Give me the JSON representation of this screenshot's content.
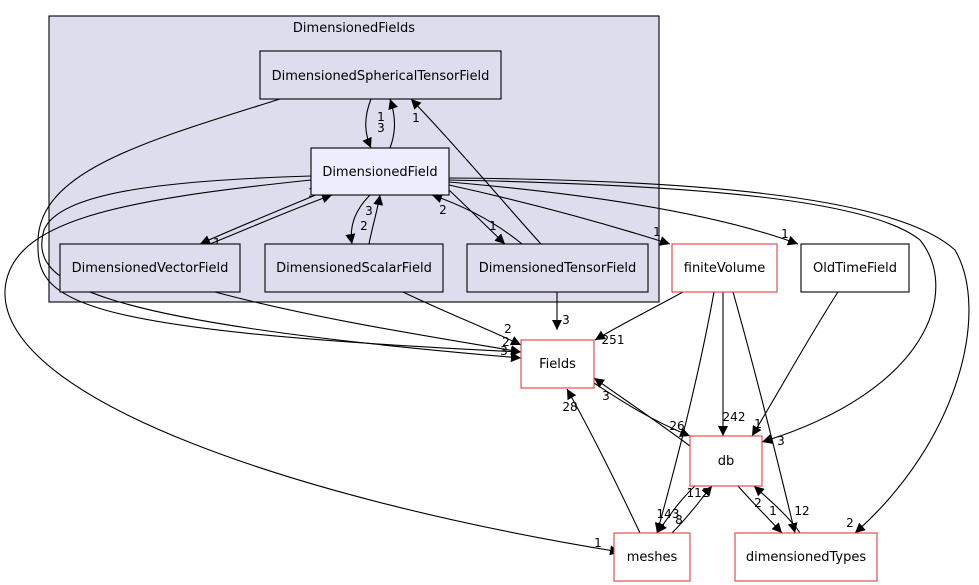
{
  "diagram": {
    "cluster": {
      "label": "DimensionedFields",
      "fill": "#dddded",
      "stroke": "#000000"
    },
    "colors": {
      "inner_node_fill": "#dddded",
      "focus_node_fill": "#eeeeff",
      "external_border": "#e04040",
      "plain_border": "#000000"
    },
    "nodes": [
      {
        "id": "n_spherical",
        "label": "DimensionedSphericalTensorField"
      },
      {
        "id": "n_field",
        "label": "DimensionedField"
      },
      {
        "id": "n_vector",
        "label": "DimensionedVectorField"
      },
      {
        "id": "n_scalar",
        "label": "DimensionedScalarField"
      },
      {
        "id": "n_tensor",
        "label": "DimensionedTensorField"
      },
      {
        "id": "n_fv",
        "label": "finiteVolume"
      },
      {
        "id": "n_oldtime",
        "label": "OldTimeField"
      },
      {
        "id": "n_fields",
        "label": "Fields"
      },
      {
        "id": "n_db",
        "label": "db"
      },
      {
        "id": "n_meshes",
        "label": "meshes"
      },
      {
        "id": "n_dimtypes",
        "label": "dimensionedTypes"
      }
    ],
    "edge_labels": [
      {
        "id": "l1",
        "text": "1"
      },
      {
        "id": "l2",
        "text": "3"
      },
      {
        "id": "l3",
        "text": "1"
      },
      {
        "id": "l4",
        "text": "3"
      },
      {
        "id": "l5",
        "text": "1"
      },
      {
        "id": "l6",
        "text": "2"
      },
      {
        "id": "l7",
        "text": "3"
      },
      {
        "id": "l8",
        "text": "2"
      },
      {
        "id": "l9",
        "text": "1"
      },
      {
        "id": "l10",
        "text": "1"
      },
      {
        "id": "l11",
        "text": "1"
      },
      {
        "id": "l12",
        "text": "2"
      },
      {
        "id": "l13",
        "text": "3"
      },
      {
        "id": "l14",
        "text": "2"
      },
      {
        "id": "l15",
        "text": "3"
      },
      {
        "id": "l16",
        "text": "251"
      },
      {
        "id": "l17",
        "text": "3"
      },
      {
        "id": "l18",
        "text": "28"
      },
      {
        "id": "l19",
        "text": "26"
      },
      {
        "id": "l20",
        "text": "242"
      },
      {
        "id": "l21",
        "text": "1"
      },
      {
        "id": "l22",
        "text": "3"
      },
      {
        "id": "l23",
        "text": "112"
      },
      {
        "id": "l24",
        "text": "143"
      },
      {
        "id": "l25",
        "text": "8"
      },
      {
        "id": "l26",
        "text": "2"
      },
      {
        "id": "l27",
        "text": "1"
      },
      {
        "id": "l28",
        "text": "12"
      },
      {
        "id": "l29",
        "text": "2"
      },
      {
        "id": "l30",
        "text": "1"
      }
    ]
  }
}
